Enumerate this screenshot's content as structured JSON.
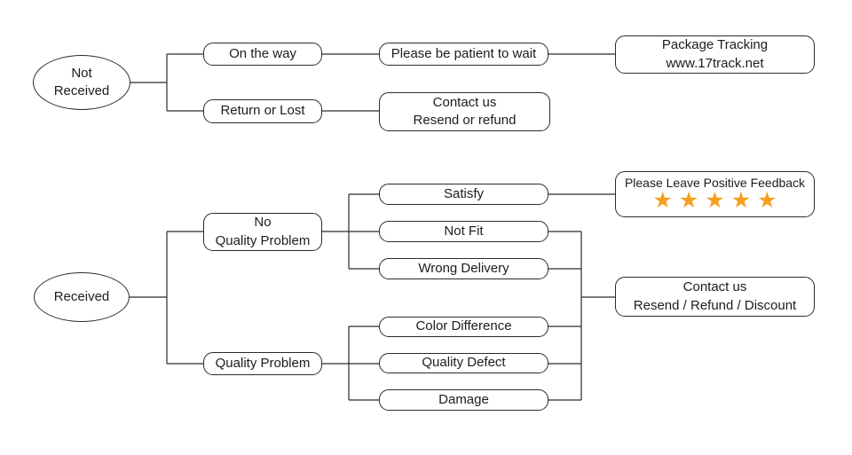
{
  "diagram": {
    "background_color": "#ffffff",
    "line_color": "#2b2b2b",
    "nodes": {
      "not_received": "Not\nReceived",
      "on_the_way": "On the way",
      "please_wait": "Please be patient to wait",
      "package_tracking": "Package Tracking\nwww.17track.net",
      "return_or_lost": "Return or Lost",
      "contact_resend_refund": "Contact us\nResend or refund",
      "received": "Received",
      "no_quality_problem": "No\nQuality Problem",
      "quality_problem": "Quality Problem",
      "satisfy": "Satisfy",
      "not_fit": "Not Fit",
      "wrong_delivery": "Wrong Delivery",
      "color_difference": "Color Difference",
      "quality_defect": "Quality Defect",
      "damage": "Damage",
      "contact_discount": "Contact us\nResend / Refund / Discount"
    },
    "feedback": {
      "title": "Please Leave Positive Feedback",
      "star_glyph": "★",
      "star_count": 5,
      "star_color": "#F5A01E"
    },
    "edges": [
      {
        "from": "not_received",
        "to": "on_the_way"
      },
      {
        "from": "not_received",
        "to": "return_or_lost"
      },
      {
        "from": "on_the_way",
        "to": "please_wait"
      },
      {
        "from": "please_wait",
        "to": "package_tracking"
      },
      {
        "from": "return_or_lost",
        "to": "contact_resend_refund"
      },
      {
        "from": "received",
        "to": "no_quality_problem"
      },
      {
        "from": "received",
        "to": "quality_problem"
      },
      {
        "from": "no_quality_problem",
        "to": "satisfy"
      },
      {
        "from": "no_quality_problem",
        "to": "not_fit"
      },
      {
        "from": "no_quality_problem",
        "to": "wrong_delivery"
      },
      {
        "from": "satisfy",
        "to": "feedback"
      },
      {
        "from": "not_fit",
        "to": "contact_discount"
      },
      {
        "from": "wrong_delivery",
        "to": "contact_discount"
      },
      {
        "from": "quality_problem",
        "to": "color_difference"
      },
      {
        "from": "quality_problem",
        "to": "quality_defect"
      },
      {
        "from": "quality_problem",
        "to": "damage"
      },
      {
        "from": "color_difference",
        "to": "contact_discount"
      },
      {
        "from": "quality_defect",
        "to": "contact_discount"
      },
      {
        "from": "damage",
        "to": "contact_discount"
      }
    ]
  }
}
